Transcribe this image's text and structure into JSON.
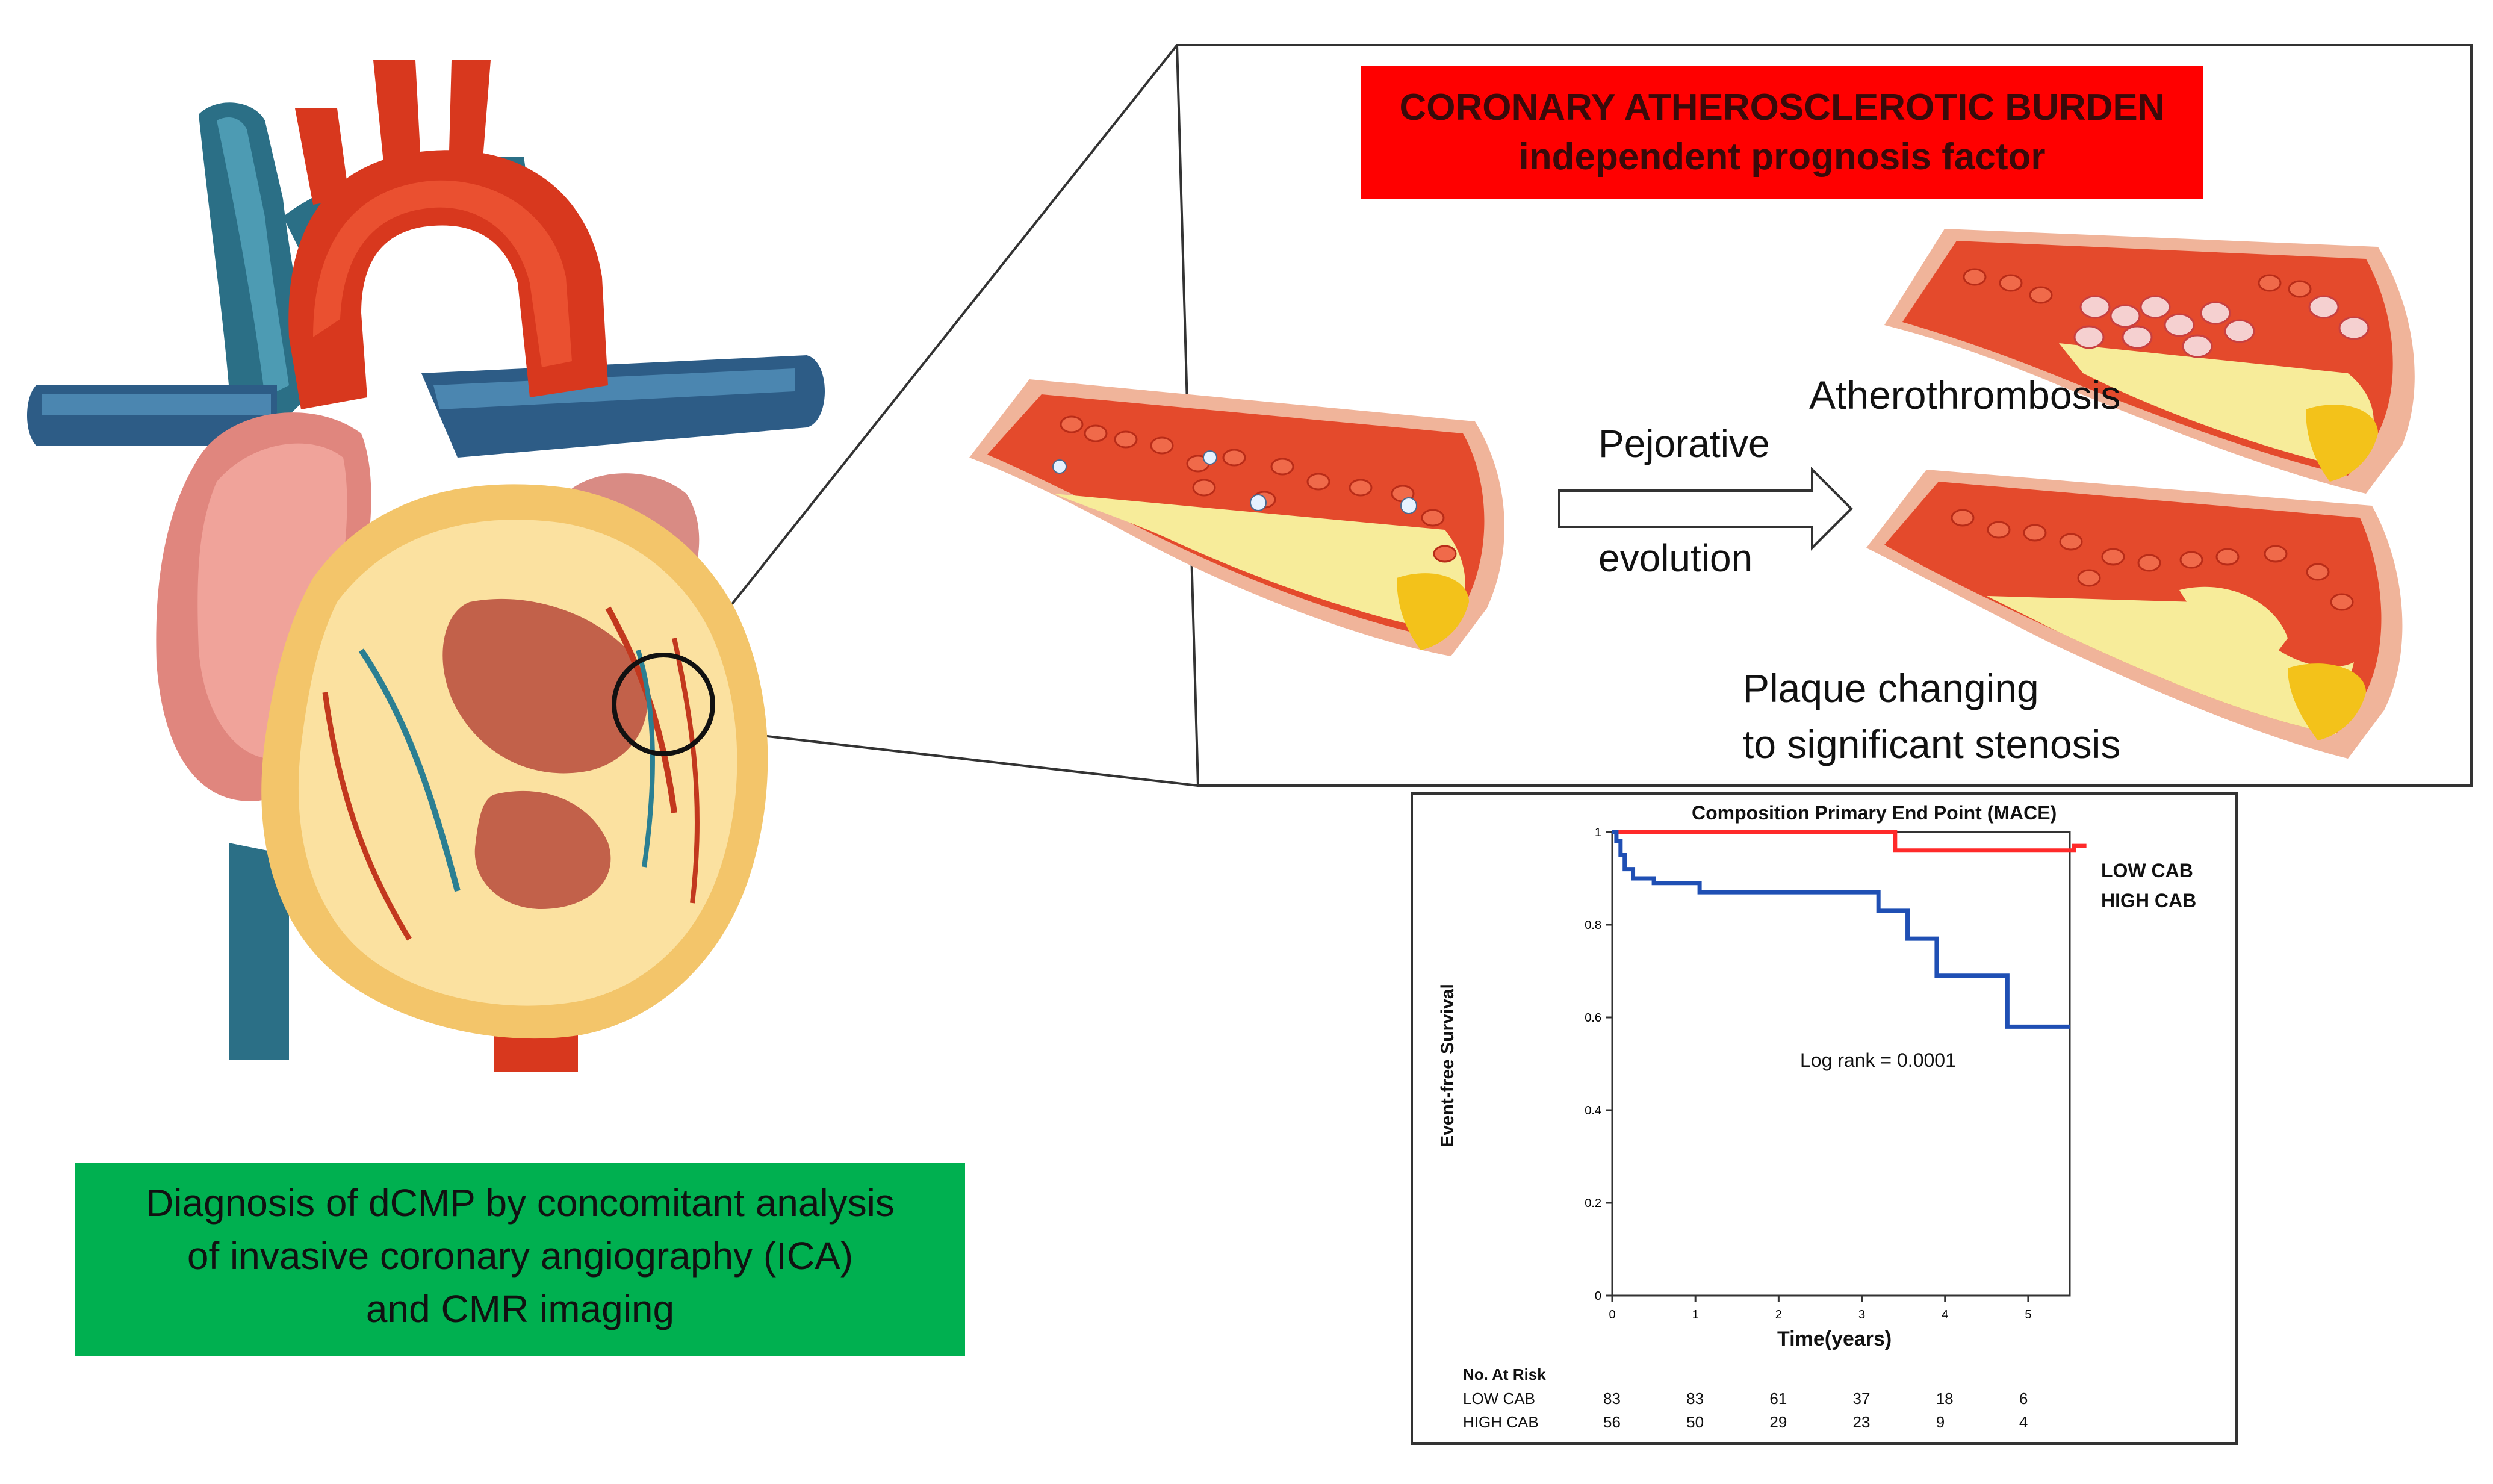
{
  "callout": {
    "title_line1": "CORONARY ATHEROSCLEROTIC BURDEN",
    "title_line2": "independent prognosis factor",
    "arrow_top": "Pejorative",
    "arrow_bottom": "evolution",
    "label_thrombosis": "Atherothrombosis",
    "label_plaque_line1": "Plaque changing",
    "label_plaque_line2": "to significant stenosis"
  },
  "diagnosis": {
    "line1": "Diagnosis of dCMP by concomitant analysis",
    "line2": "of invasive coronary angiography (ICA)",
    "line3": "and CMR imaging"
  },
  "colors": {
    "title_bg": "#ff0000",
    "diagnosis_bg": "#00b050",
    "low_cab": "#ff2a2a",
    "high_cab": "#1f4fb4"
  },
  "chart_data": {
    "type": "line",
    "title": "Composition Primary End Point (MACE)",
    "xlabel": "Time(years)",
    "ylabel": "Event-free Survival",
    "xlim": [
      0,
      5.5
    ],
    "ylim": [
      0,
      1
    ],
    "x_ticks": [
      "0",
      "1",
      "2",
      "3",
      "4",
      "5"
    ],
    "y_ticks": [
      "0",
      "0.2",
      "0.4",
      "0.6",
      "0.8",
      "1"
    ],
    "annotation": "Log rank = 0.0001",
    "series": [
      {
        "name": "LOW CAB",
        "color": "#ff2a2a",
        "points": [
          [
            0,
            1
          ],
          [
            3.4,
            1
          ],
          [
            3.4,
            0.96
          ],
          [
            5.55,
            0.96
          ],
          [
            5.55,
            0.97
          ],
          [
            5.7,
            0.97
          ]
        ]
      },
      {
        "name": "HIGH CAB",
        "color": "#1f4fb4",
        "points": [
          [
            0,
            1
          ],
          [
            0.05,
            1
          ],
          [
            0.05,
            0.98
          ],
          [
            0.1,
            0.98
          ],
          [
            0.1,
            0.95
          ],
          [
            0.15,
            0.95
          ],
          [
            0.15,
            0.92
          ],
          [
            0.25,
            0.92
          ],
          [
            0.25,
            0.9
          ],
          [
            0.5,
            0.9
          ],
          [
            0.5,
            0.89
          ],
          [
            1.05,
            0.89
          ],
          [
            1.05,
            0.87
          ],
          [
            3.2,
            0.87
          ],
          [
            3.2,
            0.83
          ],
          [
            3.55,
            0.83
          ],
          [
            3.55,
            0.77
          ],
          [
            3.9,
            0.77
          ],
          [
            3.9,
            0.69
          ],
          [
            4.75,
            0.69
          ],
          [
            4.75,
            0.58
          ],
          [
            5.5,
            0.58
          ]
        ]
      }
    ],
    "risk_table": {
      "header": "No. At Risk",
      "rows": [
        {
          "label": "LOW CAB",
          "values": [
            "83",
            "83",
            "61",
            "37",
            "18",
            "6"
          ]
        },
        {
          "label": "HIGH CAB",
          "values": [
            "56",
            "50",
            "29",
            "23",
            "9",
            "4"
          ]
        }
      ]
    }
  }
}
